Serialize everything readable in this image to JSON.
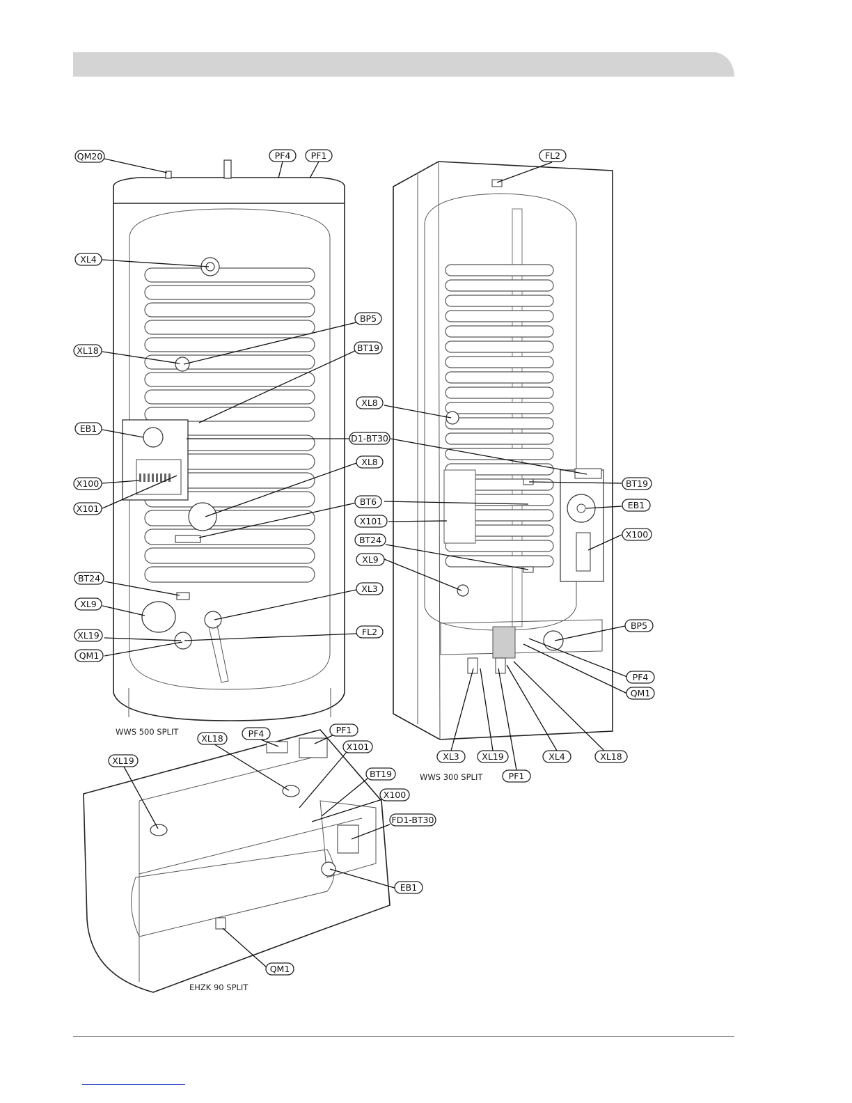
{
  "products": {
    "wws500": "WWS 500 SPLIT",
    "wws300": "WWS 300 SPLIT",
    "ehzk90": "EHZK 90 SPLIT"
  },
  "labels": {
    "a_qm20": "QM20",
    "a_pf4": "PF4",
    "a_pf1": "PF1",
    "a_xl4": "XL4",
    "a_bp5": "BP5",
    "a_xl18": "XL18",
    "a_bt19": "BT19",
    "a_eb1": "EB1",
    "a_d1bt30": "D1-BT30",
    "a_xl8": "XL8",
    "a_x100": "X100",
    "a_x101": "X101",
    "a_bt6": "BT6",
    "a_bt24": "BT24",
    "a_xl3": "XL3",
    "a_xl9": "XL9",
    "a_xl19": "XL19",
    "a_fl2": "FL2",
    "a_qm1": "QM1",
    "b_fl2": "FL2",
    "b_xl8": "XL8",
    "b_bt19": "BT19",
    "b_eb1": "EB1",
    "b_bt6": "BT6",
    "b_x101": "X101",
    "b_x100": "X100",
    "b_bt24": "BT24",
    "b_xl9": "XL9",
    "b_bp5": "BP5",
    "b_pf4": "PF4",
    "b_qm1": "QM1",
    "b_xl3": "XL3",
    "b_xl19": "XL19",
    "b_xl4": "XL4",
    "b_xl18": "XL18",
    "b_pf1": "PF1",
    "c_xl18": "XL18",
    "c_pf4": "PF4",
    "c_pf1": "PF1",
    "c_xl19": "XL19",
    "c_x101": "X101",
    "c_bt19": "BT19",
    "c_x100": "X100",
    "c_fd1bt30": "FD1-BT30",
    "c_eb1": "EB1",
    "c_qm1": "QM1"
  }
}
